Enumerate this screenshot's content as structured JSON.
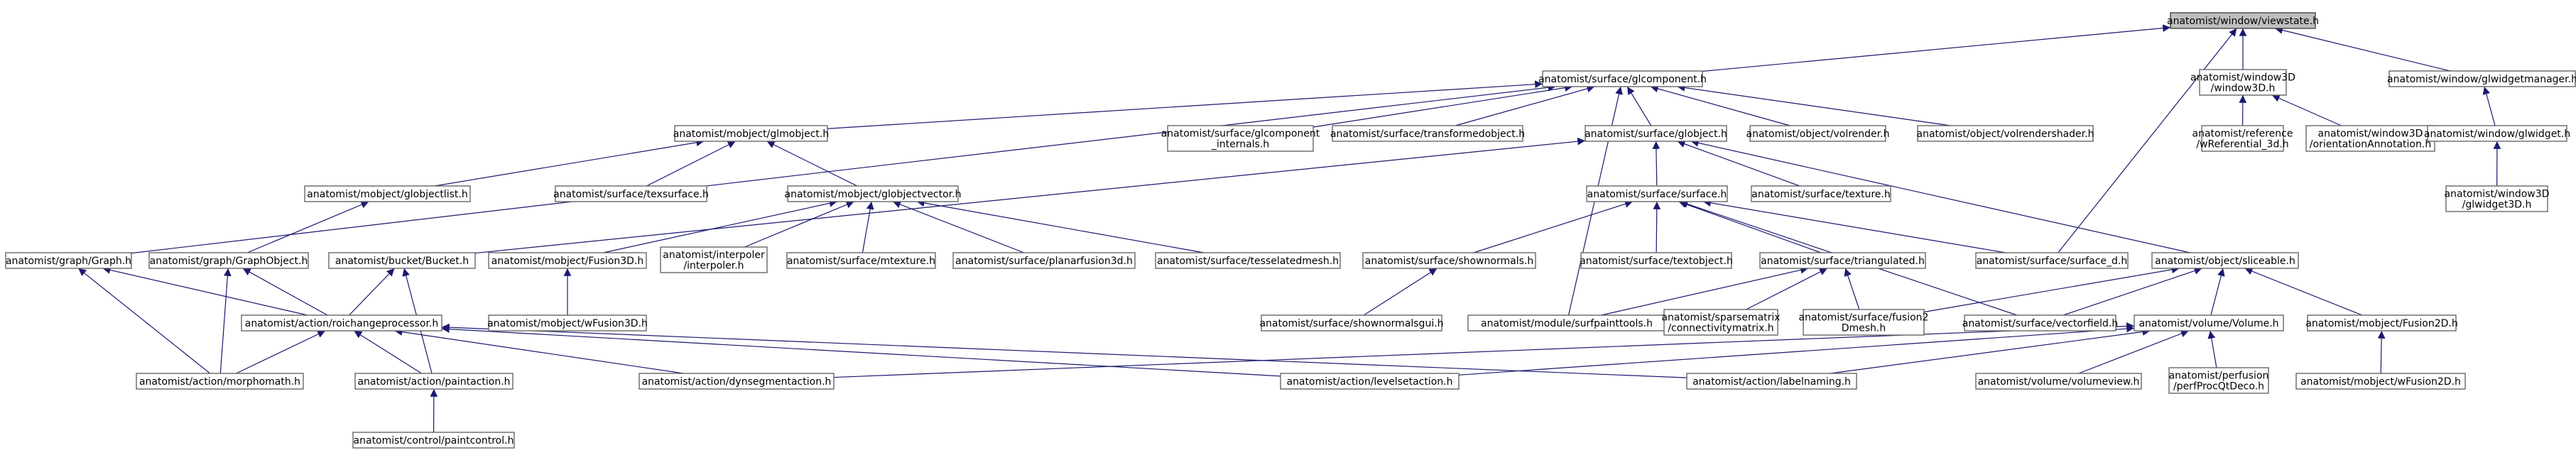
{
  "colors": {
    "edge": "#191970",
    "node_border": "#666666",
    "root_fill": "#bfbfbf",
    "node_fill": "#ffffff"
  },
  "nodes": [
    {
      "id": "viewstate",
      "lines": [
        "anatomist/window/viewstate.h"
      ],
      "root": true
    },
    {
      "id": "glcomponent",
      "lines": [
        "anatomist/surface/glcomponent.h"
      ]
    },
    {
      "id": "window3d",
      "lines": [
        "anatomist/window3D",
        "/window3D.h"
      ]
    },
    {
      "id": "glwidgetmanager",
      "lines": [
        "anatomist/window/glwidgetmanager.h"
      ]
    },
    {
      "id": "glmobject",
      "lines": [
        "anatomist/mobject/glmobject.h"
      ]
    },
    {
      "id": "glcomponent_internals",
      "lines": [
        "anatomist/surface/glcomponent",
        "_internals.h"
      ]
    },
    {
      "id": "transformedobject",
      "lines": [
        "anatomist/surface/transformedobject.h"
      ]
    },
    {
      "id": "globject",
      "lines": [
        "anatomist/surface/globject.h"
      ]
    },
    {
      "id": "volrender",
      "lines": [
        "anatomist/object/volrender.h"
      ]
    },
    {
      "id": "volrendershader",
      "lines": [
        "anatomist/object/volrendershader.h"
      ]
    },
    {
      "id": "wreferential",
      "lines": [
        "anatomist/reference",
        "/wReferential_3d.h"
      ]
    },
    {
      "id": "orientationannotation",
      "lines": [
        "anatomist/window3D",
        "/orientationAnnotation.h"
      ]
    },
    {
      "id": "glwidget",
      "lines": [
        "anatomist/window/glwidget.h"
      ]
    },
    {
      "id": "glwidget3d",
      "lines": [
        "anatomist/window3D",
        "/glwidget3D.h"
      ]
    },
    {
      "id": "globjectlist",
      "lines": [
        "anatomist/mobject/globjectlist.h"
      ]
    },
    {
      "id": "texsurface",
      "lines": [
        "anatomist/surface/texsurface.h"
      ]
    },
    {
      "id": "globjectvector",
      "lines": [
        "anatomist/mobject/globjectvector.h"
      ]
    },
    {
      "id": "surface",
      "lines": [
        "anatomist/surface/surface.h"
      ]
    },
    {
      "id": "texture",
      "lines": [
        "anatomist/surface/texture.h"
      ]
    },
    {
      "id": "graph",
      "lines": [
        "anatomist/graph/Graph.h"
      ]
    },
    {
      "id": "graphobject",
      "lines": [
        "anatomist/graph/GraphObject.h"
      ]
    },
    {
      "id": "bucket",
      "lines": [
        "anatomist/bucket/Bucket.h"
      ]
    },
    {
      "id": "fusion3d",
      "lines": [
        "anatomist/mobject/Fusion3D.h"
      ]
    },
    {
      "id": "interpoler",
      "lines": [
        "anatomist/interpoler",
        "/interpoler.h"
      ]
    },
    {
      "id": "mtexture",
      "lines": [
        "anatomist/surface/mtexture.h"
      ]
    },
    {
      "id": "planarfusion3d",
      "lines": [
        "anatomist/surface/planarfusion3d.h"
      ]
    },
    {
      "id": "tesselatedmesh",
      "lines": [
        "anatomist/surface/tesselatedmesh.h"
      ]
    },
    {
      "id": "shownormals",
      "lines": [
        "anatomist/surface/shownormals.h"
      ]
    },
    {
      "id": "textobject",
      "lines": [
        "anatomist/surface/textobject.h"
      ]
    },
    {
      "id": "triangulated",
      "lines": [
        "anatomist/surface/triangulated.h"
      ]
    },
    {
      "id": "surface_d",
      "lines": [
        "anatomist/surface/surface_d.h"
      ]
    },
    {
      "id": "sliceable",
      "lines": [
        "anatomist/object/sliceable.h"
      ]
    },
    {
      "id": "wfusion3d",
      "lines": [
        "anatomist/mobject/wFusion3D.h"
      ]
    },
    {
      "id": "roichangeprocessor",
      "lines": [
        "anatomist/action/roichangeprocessor.h"
      ]
    },
    {
      "id": "shownormalsgui",
      "lines": [
        "anatomist/surface/shownormalsgui.h"
      ]
    },
    {
      "id": "surfpainttools",
      "lines": [
        "anatomist/module/surfpainttools.h"
      ]
    },
    {
      "id": "connectivitymatrix",
      "lines": [
        "anatomist/sparsematrix",
        "/connectivitymatrix.h"
      ]
    },
    {
      "id": "fusion2dmesh",
      "lines": [
        "anatomist/surface/fusion2",
        "Dmesh.h"
      ]
    },
    {
      "id": "vectorfield",
      "lines": [
        "anatomist/surface/vectorfield.h"
      ]
    },
    {
      "id": "volume",
      "lines": [
        "anatomist/volume/Volume.h"
      ]
    },
    {
      "id": "fusion2d",
      "lines": [
        "anatomist/mobject/Fusion2D.h"
      ]
    },
    {
      "id": "morphomath",
      "lines": [
        "anatomist/action/morphomath.h"
      ]
    },
    {
      "id": "paintaction",
      "lines": [
        "anatomist/action/paintaction.h"
      ]
    },
    {
      "id": "dynsegmentaction",
      "lines": [
        "anatomist/action/dynsegmentaction.h"
      ]
    },
    {
      "id": "levelsetaction",
      "lines": [
        "anatomist/action/levelsetaction.h"
      ]
    },
    {
      "id": "labelnaming",
      "lines": [
        "anatomist/action/labelnaming.h"
      ]
    },
    {
      "id": "volumeview",
      "lines": [
        "anatomist/volume/volumeview.h"
      ]
    },
    {
      "id": "perfprocqtdeco",
      "lines": [
        "anatomist/perfusion",
        "/perfProcQtDeco.h"
      ]
    },
    {
      "id": "wfusion2d",
      "lines": [
        "anatomist/mobject/wFusion2D.h"
      ]
    },
    {
      "id": "paintcontrol",
      "lines": [
        "anatomist/control/paintcontrol.h"
      ]
    }
  ],
  "edges": [
    [
      "glcomponent",
      "viewstate"
    ],
    [
      "window3d",
      "viewstate"
    ],
    [
      "glwidgetmanager",
      "viewstate"
    ],
    [
      "surface_d",
      "viewstate"
    ],
    [
      "glmobject",
      "glcomponent"
    ],
    [
      "glcomponent_internals",
      "glcomponent"
    ],
    [
      "transformedobject",
      "glcomponent"
    ],
    [
      "globject",
      "glcomponent"
    ],
    [
      "volrender",
      "glcomponent"
    ],
    [
      "volrendershader",
      "glcomponent"
    ],
    [
      "graph",
      "glcomponent"
    ],
    [
      "surfpainttools",
      "glcomponent"
    ],
    [
      "wreferential",
      "window3d"
    ],
    [
      "orientationannotation",
      "window3d"
    ],
    [
      "glwidget",
      "glwidgetmanager"
    ],
    [
      "glwidget3d",
      "glwidget"
    ],
    [
      "globjectlist",
      "glmobject"
    ],
    [
      "texsurface",
      "glmobject"
    ],
    [
      "globjectvector",
      "glmobject"
    ],
    [
      "surface",
      "globject"
    ],
    [
      "texture",
      "globject"
    ],
    [
      "bucket",
      "globject"
    ],
    [
      "sliceable",
      "globject"
    ],
    [
      "graphobject",
      "globjectlist"
    ],
    [
      "fusion3d",
      "globjectvector"
    ],
    [
      "interpoler",
      "globjectvector"
    ],
    [
      "mtexture",
      "globjectvector"
    ],
    [
      "planarfusion3d",
      "globjectvector"
    ],
    [
      "tesselatedmesh",
      "globjectvector"
    ],
    [
      "shownormals",
      "surface"
    ],
    [
      "textobject",
      "surface"
    ],
    [
      "triangulated",
      "surface"
    ],
    [
      "surface_d",
      "surface"
    ],
    [
      "vectorfield",
      "surface"
    ],
    [
      "morphomath",
      "graph"
    ],
    [
      "roichangeprocessor",
      "graph"
    ],
    [
      "roichangeprocessor",
      "graphobject"
    ],
    [
      "morphomath",
      "graphobject"
    ],
    [
      "roichangeprocessor",
      "bucket"
    ],
    [
      "paintaction",
      "bucket"
    ],
    [
      "wfusion3d",
      "fusion3d"
    ],
    [
      "shownormalsgui",
      "shownormals"
    ],
    [
      "surfpainttools",
      "triangulated"
    ],
    [
      "connectivitymatrix",
      "triangulated"
    ],
    [
      "fusion2dmesh",
      "triangulated"
    ],
    [
      "fusion2dmesh",
      "sliceable"
    ],
    [
      "vectorfield",
      "sliceable"
    ],
    [
      "volume",
      "sliceable"
    ],
    [
      "fusion2d",
      "sliceable"
    ],
    [
      "morphomath",
      "roichangeprocessor"
    ],
    [
      "paintaction",
      "roichangeprocessor"
    ],
    [
      "dynsegmentaction",
      "roichangeprocessor"
    ],
    [
      "levelsetaction",
      "roichangeprocessor"
    ],
    [
      "labelnaming",
      "roichangeprocessor"
    ],
    [
      "dynsegmentaction",
      "volume"
    ],
    [
      "levelsetaction",
      "volume"
    ],
    [
      "labelnaming",
      "volume"
    ],
    [
      "volumeview",
      "volume"
    ],
    [
      "perfprocqtdeco",
      "volume"
    ],
    [
      "wfusion2d",
      "fusion2d"
    ],
    [
      "paintcontrol",
      "paintaction"
    ]
  ]
}
